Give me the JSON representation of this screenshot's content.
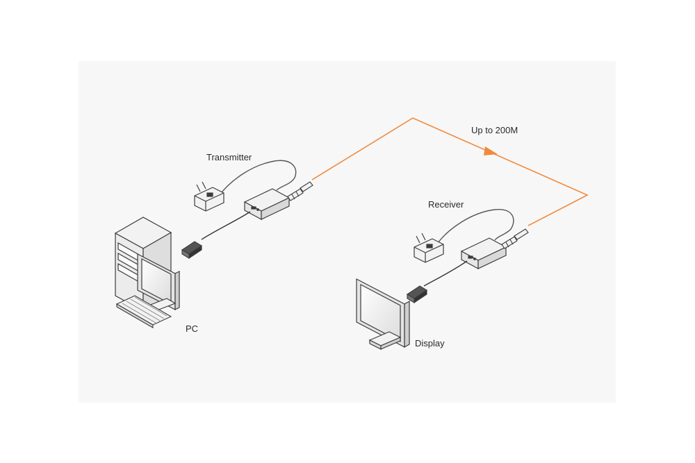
{
  "labels": {
    "transmitter": "Transmitter",
    "receiver": "Receiver",
    "pc": "PC",
    "display": "Display",
    "distance": "Up to 200M"
  },
  "colors": {
    "fiber": "#f08a3c",
    "device_stroke": "#3c3c3c",
    "device_fill": "#f2f2f2",
    "background_panel": "#f7f7f7"
  },
  "icons": [
    "power-adapter-icon",
    "extender-box-icon",
    "hdmi-plug-icon",
    "fiber-connector-icon",
    "desktop-pc-icon",
    "monitor-icon",
    "keyboard-icon"
  ]
}
